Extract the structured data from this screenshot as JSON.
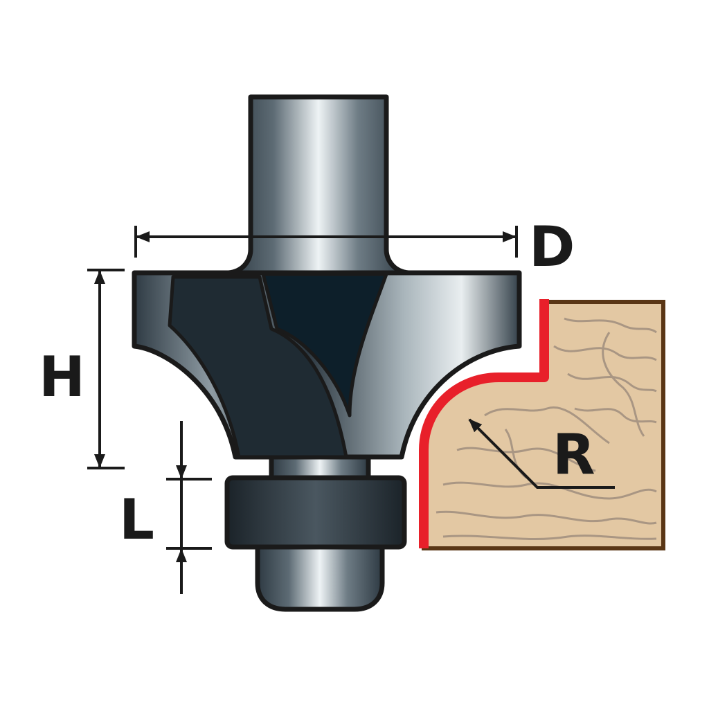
{
  "labels": {
    "diameter": "D",
    "height": "H",
    "length": "L",
    "radius": "R"
  },
  "colors": {
    "outline": "#1a1a1a",
    "steel_dark": "#3a4650",
    "steel_light": "#e6ecef",
    "carbide": "#0d1f2a",
    "wood": "#e3c8a3",
    "wood_grain": "#a99683",
    "wood_border": "#5a3615",
    "profile_edge": "#e8202a"
  }
}
